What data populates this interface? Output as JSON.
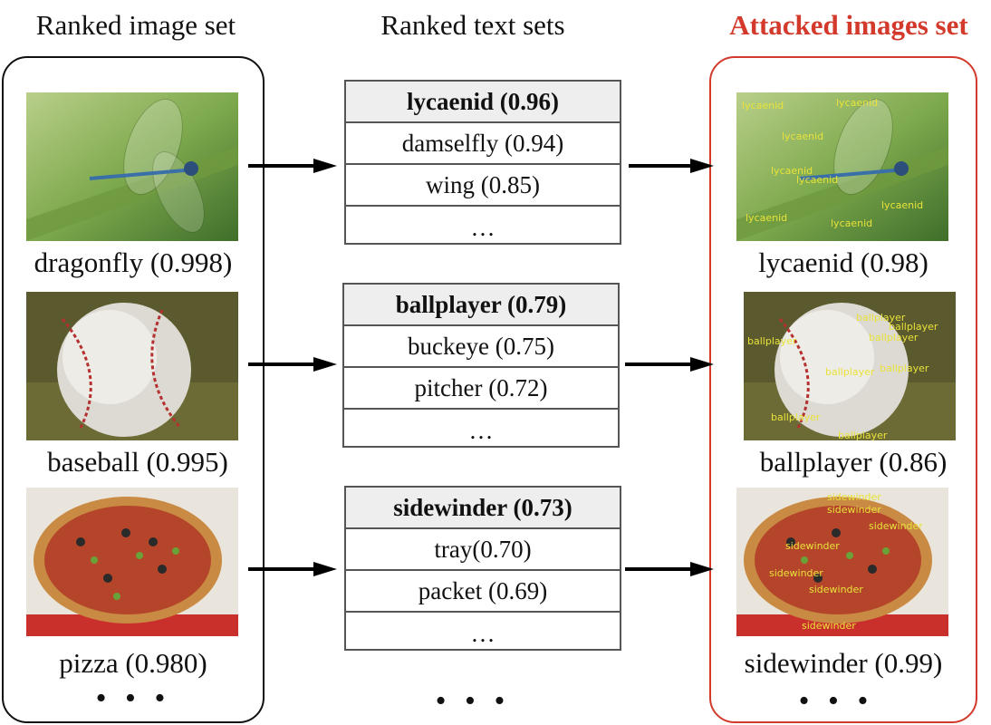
{
  "columns": {
    "left_title": "Ranked image set",
    "middle_title": "Ranked text sets",
    "right_title": "Attacked images set"
  },
  "colors": {
    "attacked_accent": "#d33a2c",
    "overlay_text": "#e8e23a"
  },
  "rows": [
    {
      "original_caption": "dragonfly (0.998)",
      "text_set": [
        "lycaenid (0.96)",
        "damselfly (0.94)",
        "wing (0.85)",
        "…"
      ],
      "attacked_caption": "lycaenid (0.98)",
      "overlay_word": "lycaenid"
    },
    {
      "original_caption": "baseball (0.995)",
      "text_set": [
        "ballplayer (0.79)",
        "buckeye (0.75)",
        "pitcher (0.72)",
        "…"
      ],
      "attacked_caption": "ballplayer (0.86)",
      "overlay_word": "ballplayer"
    },
    {
      "original_caption": "pizza (0.980)",
      "text_set": [
        "sidewinder (0.73)",
        "tray(0.70)",
        "packet (0.69)",
        "…"
      ],
      "attacked_caption": "sidewinder (0.99)",
      "overlay_word": "sidewinder"
    }
  ],
  "continuation": "• • •"
}
